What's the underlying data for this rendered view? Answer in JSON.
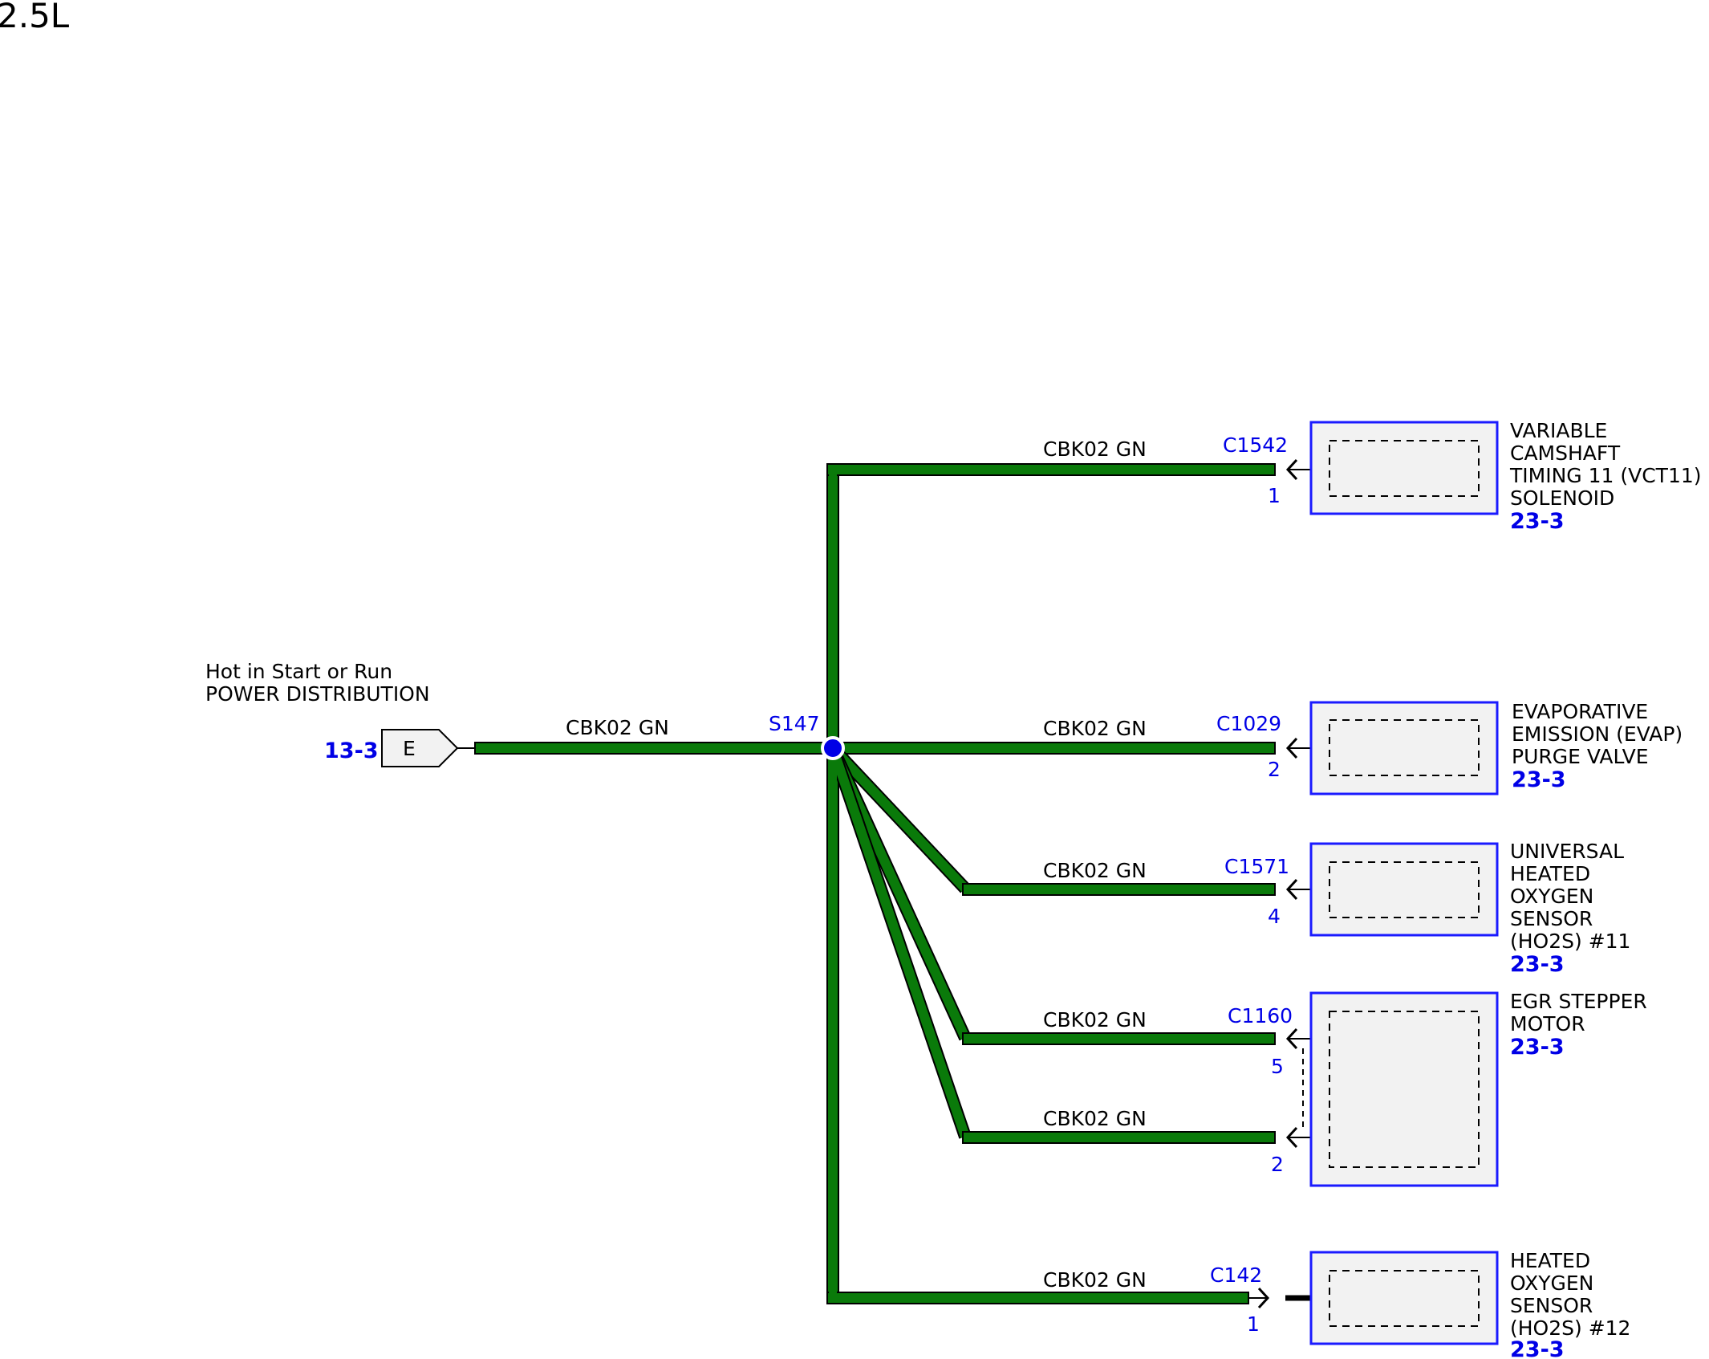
{
  "title": "2.5L",
  "source": {
    "line1": "Hot in Start or Run",
    "line2": "POWER DISTRIBUTION",
    "ref": "13-3",
    "connector_letter": "E",
    "wire_label": "CBK02  GN"
  },
  "splice": {
    "id": "S147"
  },
  "branches": [
    {
      "wire_label": "CBK02  GN",
      "connector": "C1542",
      "pin": "1",
      "component_lines": [
        "VARIABLE",
        "CAMSHAFT",
        "TIMING 11 (VCT11)",
        "SOLENOID"
      ],
      "ref": "23-3"
    },
    {
      "wire_label": "CBK02  GN",
      "connector": "C1029",
      "pin": "2",
      "component_lines": [
        "EVAPORATIVE",
        "EMISSION (EVAP)",
        "PURGE VALVE"
      ],
      "ref": "23-3"
    },
    {
      "wire_label": "CBK02  GN",
      "connector": "C1571",
      "pin": "4",
      "component_lines": [
        "UNIVERSAL",
        "HEATED",
        "OXYGEN",
        "SENSOR",
        "(HO2S) #11"
      ],
      "ref": "23-3"
    },
    {
      "wire_label": "CBK02  GN",
      "connector": "C1160",
      "pin": "5",
      "component_lines": [
        "EGR STEPPER",
        "MOTOR"
      ],
      "ref": "23-3"
    },
    {
      "wire_label": "CBK02  GN",
      "pin": "2"
    },
    {
      "wire_label": "CBK02  GN",
      "connector": "C142",
      "pin": "1",
      "component_lines": [
        "HEATED",
        "OXYGEN",
        "SENSOR",
        "(HO2S) #12"
      ],
      "ref": "23-3"
    }
  ]
}
